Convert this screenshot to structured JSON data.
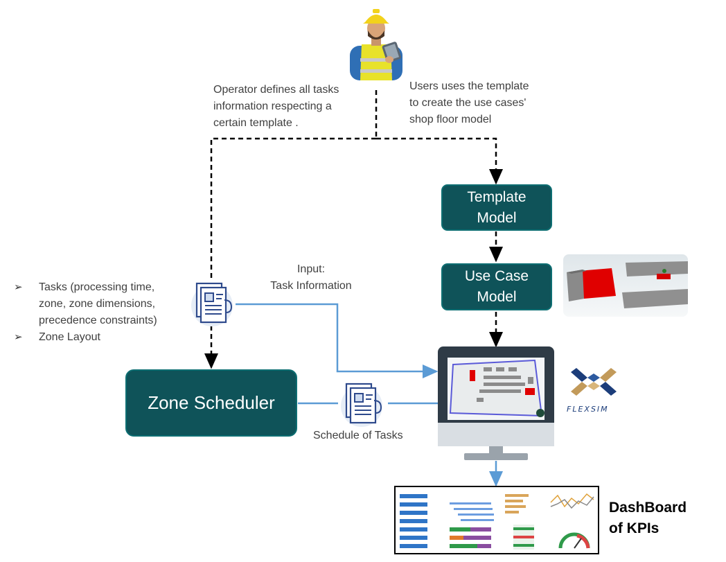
{
  "operator_caption": "Operator defines all tasks\ninformation respecting a\ncertain template .",
  "users_caption": "Users uses the template\nto create the use cases'\nshop floor model",
  "template_model_label": "Template\nModel",
  "use_case_model_label": "Use Case\nModel",
  "input_label": "Input:\nTask Information",
  "bullets": [
    "Tasks (processing time,\nzone, zone dimensions,\nprecedence constraints)",
    "Zone Layout"
  ],
  "zone_scheduler_label": "Zone Scheduler",
  "schedule_label": "Schedule of Tasks",
  "flexsim_logo_text": "FLEXSIM",
  "dashboard_label": "DashBoard\nof KPIs",
  "colors": {
    "box_fill": "#0f5359",
    "box_border": "#0d6e72",
    "flow_line": "#5b9bd5",
    "dashed_line": "#000000",
    "doc_icon": "#2e4a8c"
  },
  "icons": [
    "worker-icon",
    "document-icon",
    "monitor-icon",
    "flexsim-logo",
    "dashboard-thumbnail",
    "model-3d-thumbnail"
  ]
}
